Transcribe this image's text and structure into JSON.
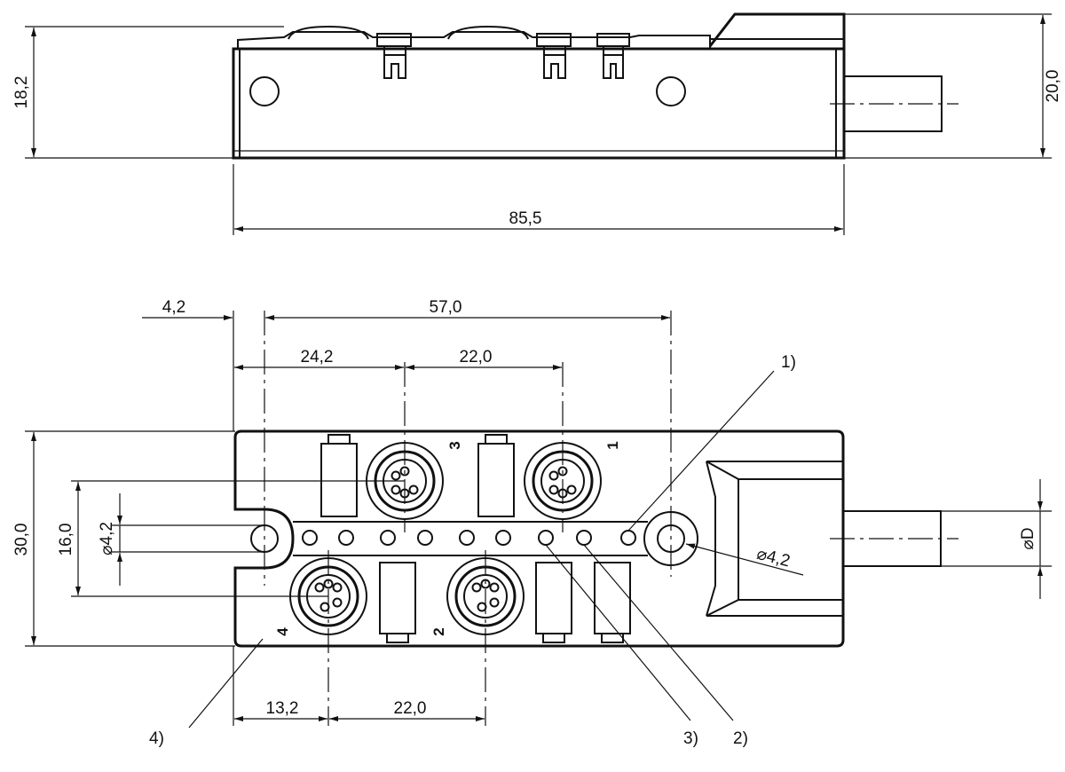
{
  "side_view": {
    "height_left": "18,2",
    "height_right": "20,0",
    "length": "85,5"
  },
  "top_view": {
    "dim_offset": "4,2",
    "dim_hole_spacing": "57,0",
    "dim_port3_pos": "24,2",
    "dim_port_pitch_top": "22,0",
    "dim_port4_pos": "13,2",
    "dim_port_pitch_bottom": "22,0",
    "dim_width": "30,0",
    "dim_port_row_spacing": "16,0",
    "dim_small_hole_left": "⌀4,2",
    "dim_mount_hole": "⌀4,2",
    "dim_cable": "⌀D",
    "port_labels": [
      "3",
      "1",
      "4",
      "2"
    ],
    "callouts": [
      "1)",
      "2)",
      "3)",
      "4)"
    ]
  }
}
